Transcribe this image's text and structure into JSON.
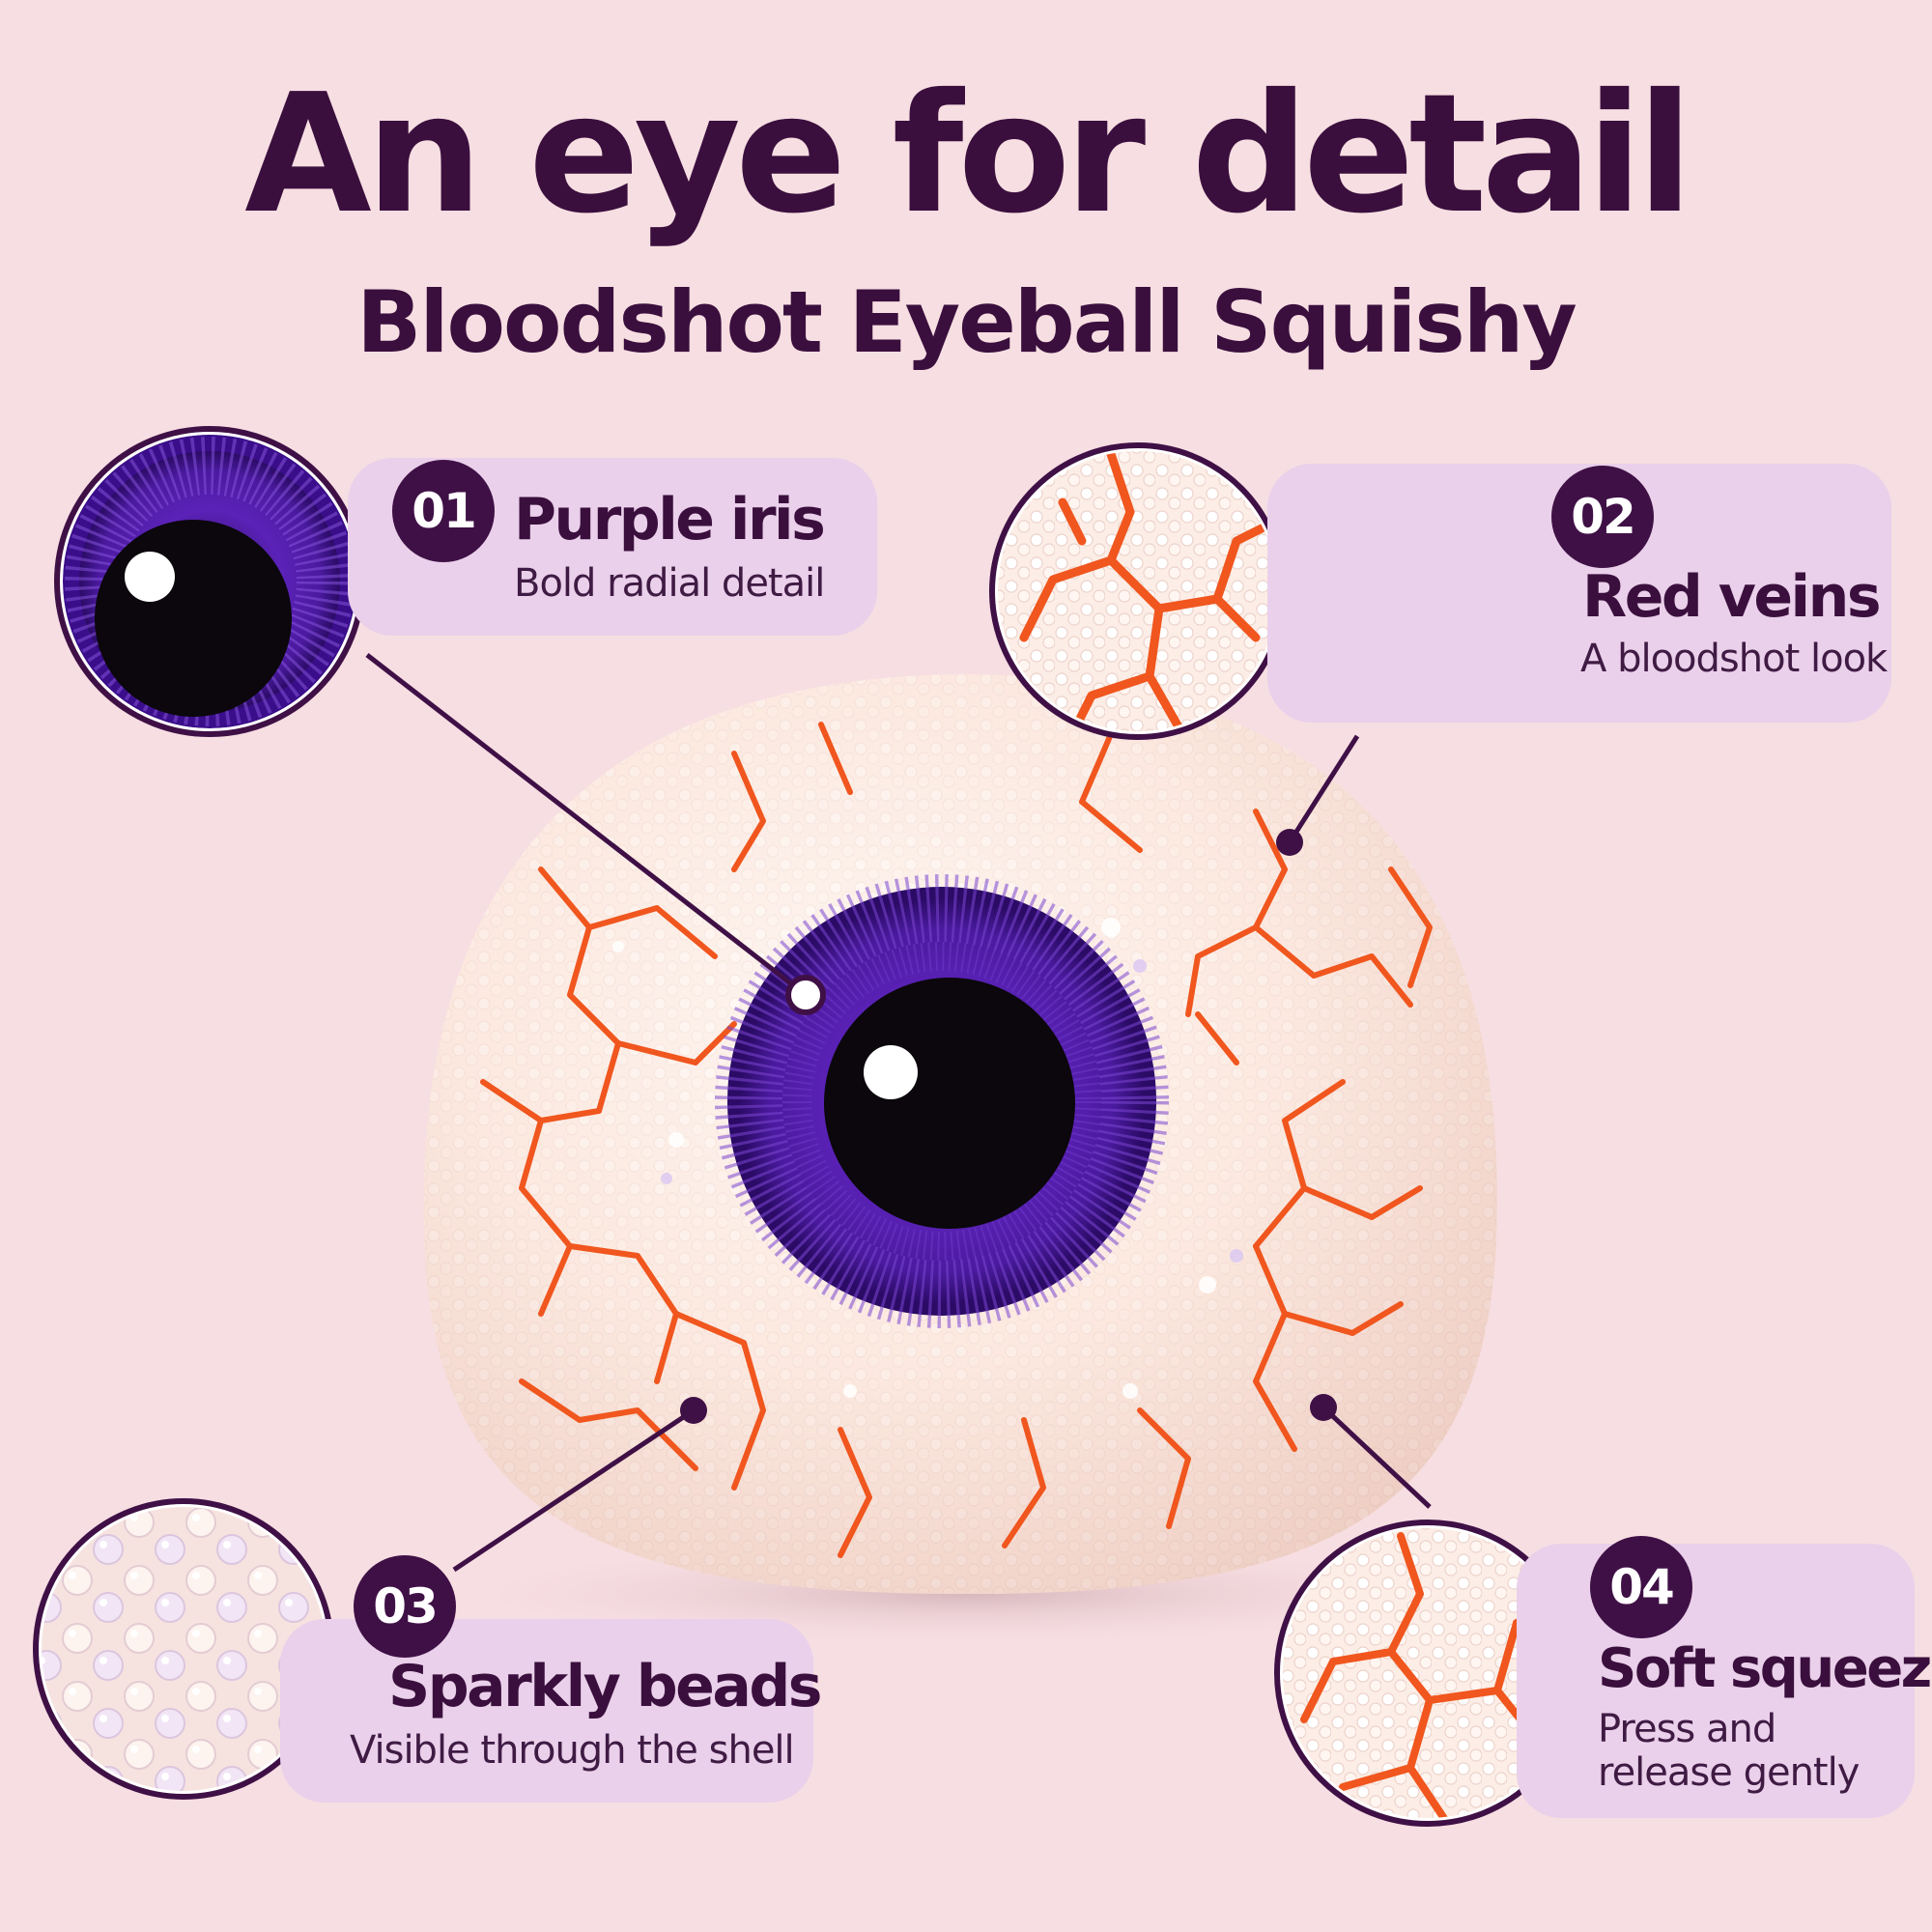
{
  "header": {
    "title": "An eye for detail",
    "subtitle": "Bloodshot Eyeball Squishy"
  },
  "features": [
    {
      "number": "01",
      "title": "Purple iris",
      "description": "Bold radial detail",
      "icon": "iris-closeup-icon"
    },
    {
      "number": "02",
      "title": "Red veins",
      "description": "A bloodshot look",
      "icon": "veins-closeup-icon"
    },
    {
      "number": "03",
      "title": "Sparkly beads",
      "description": "Visible through the shell",
      "icon": "beads-closeup-icon"
    },
    {
      "number": "04",
      "title": "Soft squeeze",
      "description": "Press and release gently",
      "icon": "squeeze-closeup-icon"
    }
  ],
  "colors": {
    "background": "#f7dee2",
    "accent_purple": "#3f1046",
    "iris": "#4a1a9e",
    "vein": "#f0561e",
    "pill": "#ead0ea"
  }
}
